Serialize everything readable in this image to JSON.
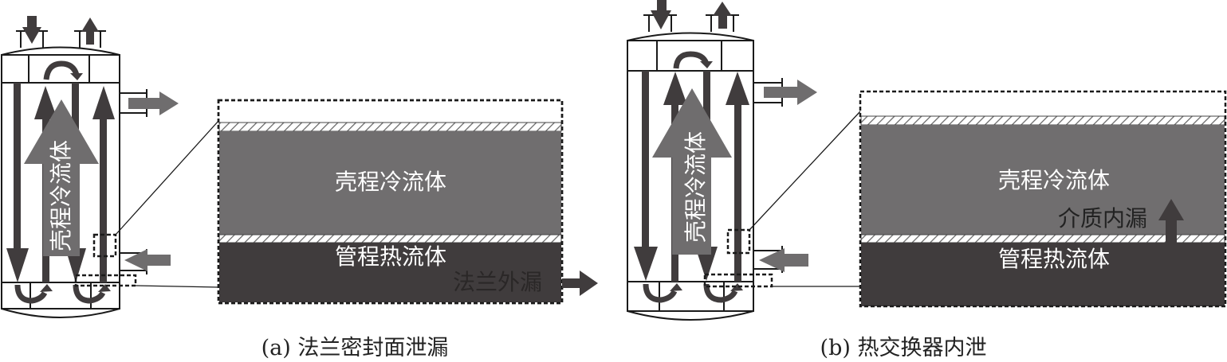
{
  "panels": [
    {
      "id": "a",
      "caption": "(a) 法兰密封面泄漏",
      "exchanger_label": "壳程冷流体",
      "detail": {
        "shell_label": "壳程冷流体",
        "tube_label": "管程热流体",
        "leak_label": "法兰外漏",
        "leak_type": "external"
      }
    },
    {
      "id": "b",
      "caption": "(b) 热交换器内泄",
      "exchanger_label": "壳程冷流体",
      "detail": {
        "shell_label": "壳程冷流体",
        "tube_label": "管程热流体",
        "leak_label": "介质内漏",
        "leak_type": "internal"
      }
    }
  ],
  "colors": {
    "shell_fluid": "#706e6f",
    "tube_fluid": "#403c3d",
    "arrow_dark": "#403c3d",
    "arrow_light": "#6f6d6e",
    "outline": "#1a1a1a"
  }
}
